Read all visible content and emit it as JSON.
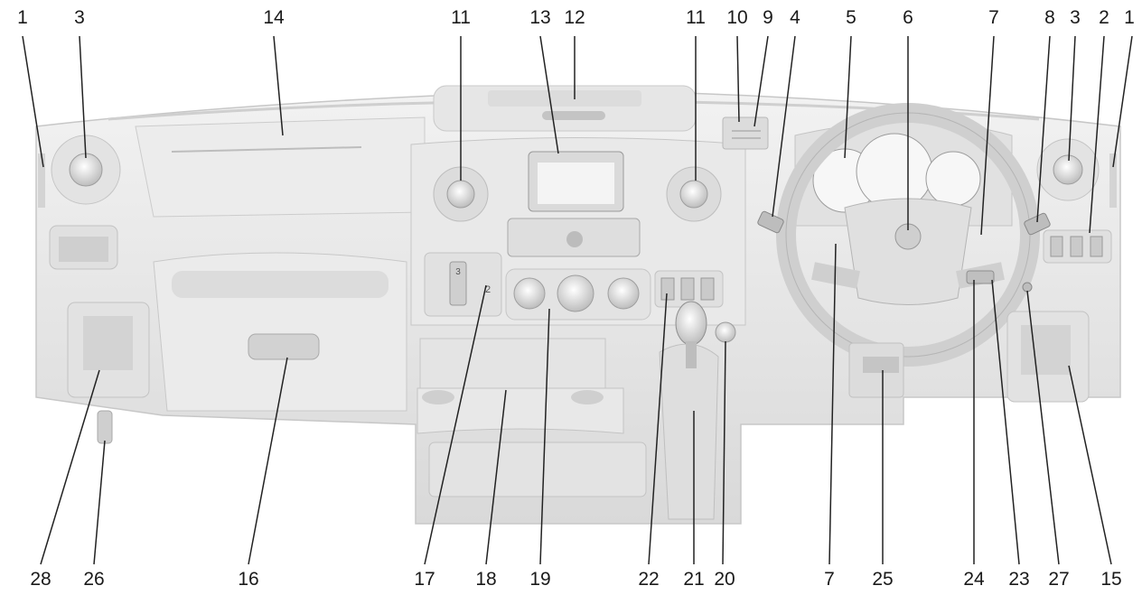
{
  "callouts_top": [
    "1",
    "3",
    "14",
    "11",
    "13",
    "12",
    "11",
    "10",
    "9",
    "4",
    "5",
    "6",
    "7",
    "8",
    "3",
    "2",
    "1"
  ],
  "callouts_bottom": [
    "28",
    "26",
    "16",
    "17",
    "18",
    "19",
    "22",
    "21",
    "20",
    "7",
    "25",
    "24",
    "23",
    "27",
    "15"
  ],
  "radio_numbers": [
    "3",
    "2"
  ]
}
